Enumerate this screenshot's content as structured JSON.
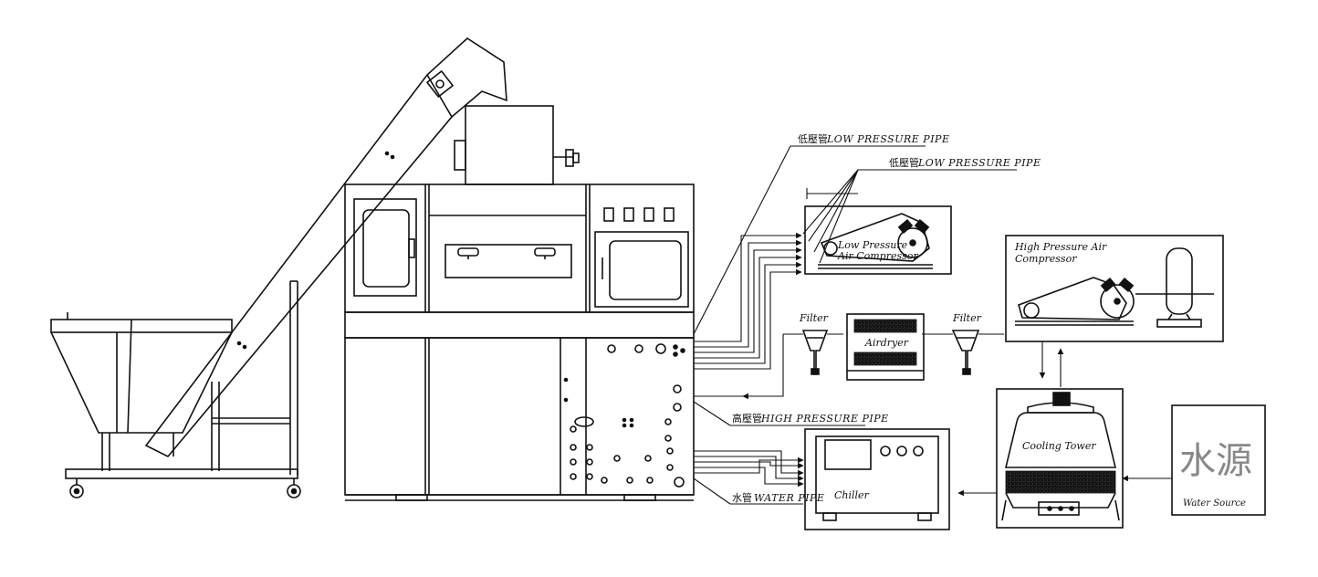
{
  "labels": {
    "low_pressure_pipe_1": {
      "prefix": "低壓管",
      "text": "LOW PRESSURE PIPE"
    },
    "low_pressure_pipe_2": {
      "prefix": "低壓管",
      "text": "LOW PRESSURE PIPE"
    },
    "high_pressure_pipe": {
      "prefix": "高壓管",
      "text": "HIGH PRESSURE PIPE"
    },
    "water_pipe": {
      "prefix": "水管",
      "text": "WATER PIPE"
    },
    "low_pressure_compressor": [
      "Low Pressure",
      "Air Compressor"
    ],
    "high_pressure_compressor": [
      "High Pressure Air",
      "Compressor"
    ],
    "filter_left": "Filter",
    "filter_right": "Filter",
    "airdryer": "Airdryer",
    "chiller": "Chiller",
    "cooling_tower": "Cooling Tower",
    "water_source_cjk": "水源",
    "water_source": "Water Source"
  },
  "colors": {
    "line": "#111111",
    "fill_dark": "#222222",
    "faint": "#888888"
  }
}
